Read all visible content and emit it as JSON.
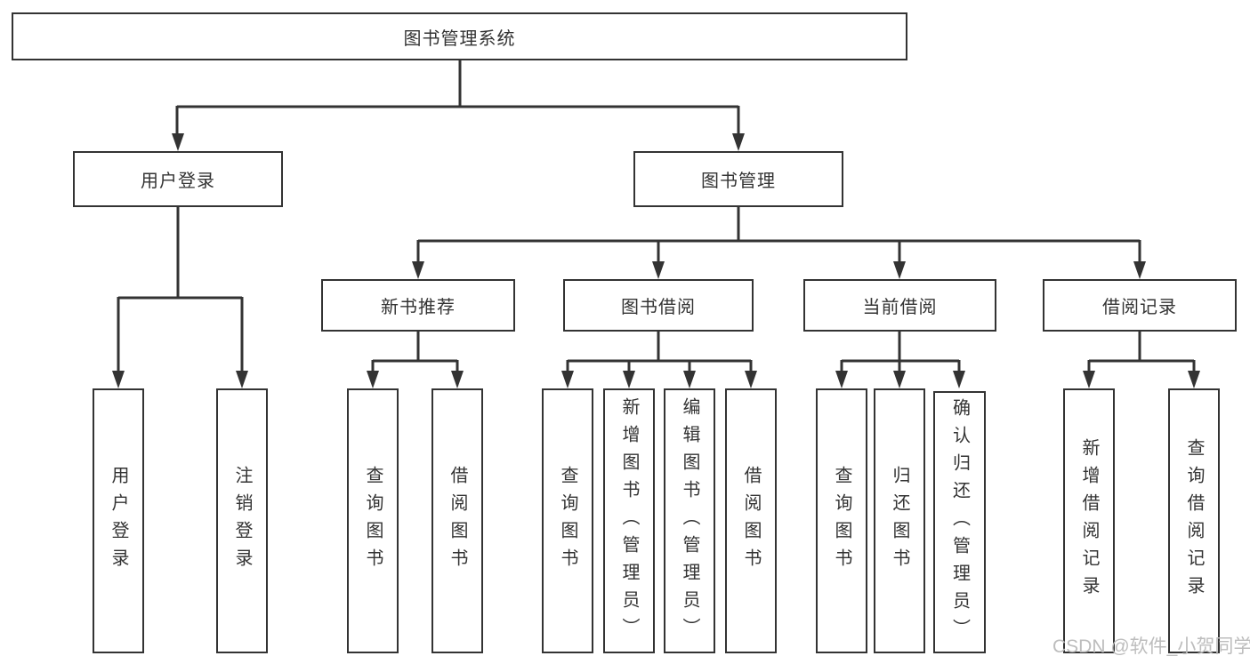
{
  "diagram": {
    "root": {
      "label": "图书管理系统"
    },
    "level2": [
      {
        "id": "user-login",
        "label": "用户登录"
      },
      {
        "id": "book-management",
        "label": "图书管理"
      }
    ],
    "level3": [
      {
        "id": "new-book-recommend",
        "label": "新书推荐",
        "parent": "book-management"
      },
      {
        "id": "book-borrow",
        "label": "图书借阅",
        "parent": "book-management"
      },
      {
        "id": "current-borrow",
        "label": "当前借阅",
        "parent": "book-management"
      },
      {
        "id": "borrow-records",
        "label": "借阅记录",
        "parent": "book-management"
      }
    ],
    "leaves": {
      "user_login": [
        {
          "label": "用户登录"
        },
        {
          "label": "注销登录"
        }
      ],
      "new_book_recommend": [
        {
          "label": "查询图书"
        },
        {
          "label": "借阅图书"
        }
      ],
      "book_borrow": [
        {
          "label": "查询图书"
        },
        {
          "label": "新增图书（管理员）"
        },
        {
          "label": "编辑图书（管理员）"
        },
        {
          "label": "借阅图书"
        }
      ],
      "current_borrow": [
        {
          "label": "查询图书"
        },
        {
          "label": "归还图书"
        },
        {
          "label": "确认归还（管理员）"
        }
      ],
      "borrow_records": [
        {
          "label": "新增借阅记录"
        },
        {
          "label": "查询借阅记录"
        }
      ]
    },
    "colors": {
      "line": "#333333",
      "text": "#333333",
      "background": "#ffffff",
      "watermark": "#bdbdbd"
    }
  },
  "watermark": {
    "text": "CSDN @软件_小贺同学"
  }
}
